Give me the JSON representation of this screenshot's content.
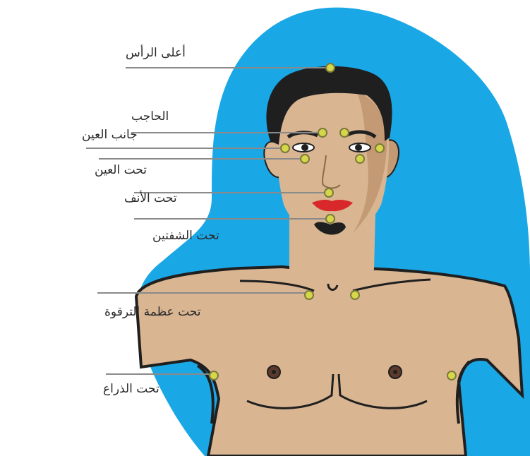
{
  "colors": {
    "background_blob": "#1aa7e6",
    "skin": "#d9b592",
    "skin_shadow": "#c49a74",
    "hair": "#1f1f1f",
    "lips": "#d9282b",
    "point": "#d6d64a",
    "leader": "#8a8a8a"
  },
  "labels": {
    "top_of_head": "أعلى الرأس",
    "eyebrow": "الحاجب",
    "side_of_eye": "جانب العين",
    "under_eye": "تحت العين",
    "under_nose": "تحت الأنف",
    "under_lips": "تحت الشفتين",
    "under_collarbone": "تحت عظمة الترقوة",
    "under_arm": "تحت الذراع"
  }
}
